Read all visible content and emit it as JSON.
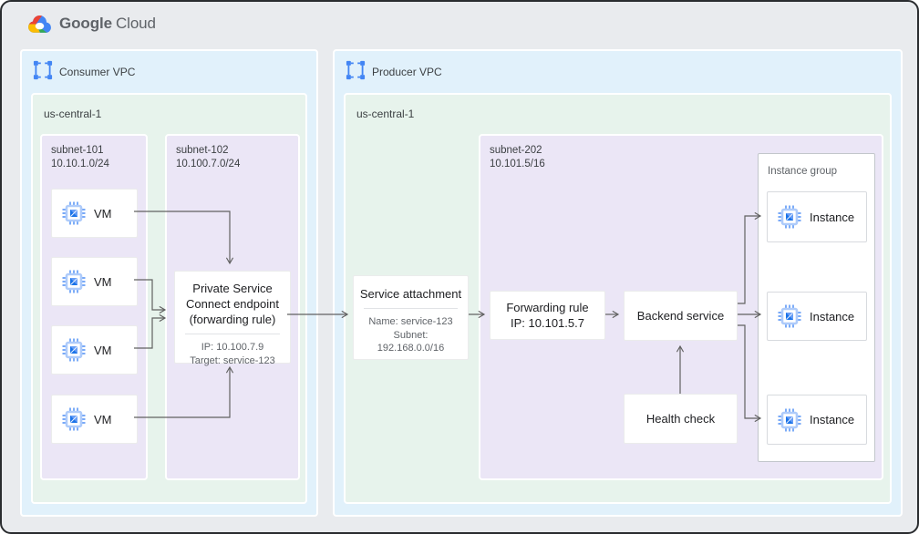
{
  "colors": {
    "page_bg": "#e9ebee",
    "vpc_bg": "#e1f1fb",
    "region_bg": "#e7f3ec",
    "subnet_bg": "#ebe6f6",
    "card_bg": "#ffffff",
    "arrow": "#616161",
    "icon_blue": "#4285f4",
    "icon_blue_light": "#aecbfa",
    "text_primary": "#202124",
    "text_secondary": "#5f6368",
    "logo_red": "#ea4335",
    "logo_yellow": "#fbbc04",
    "logo_green": "#34a853"
  },
  "brand": {
    "logo_icon": "google-cloud-logo",
    "word_google": "Google",
    "word_cloud": "Cloud"
  },
  "consumer_vpc": {
    "label": "Consumer VPC",
    "region": {
      "label": "us-central-1"
    },
    "subnet_101": {
      "label": "subnet-101\n10.10.1.0/24"
    },
    "subnet_102": {
      "label": "subnet-102\n10.100.7.0/24"
    },
    "vm_label": "VM",
    "psc_endpoint": {
      "title": "Private Service\nConnect endpoint\n(forwarding rule)",
      "details": "IP: 10.100.7.9\nTarget: service-123"
    }
  },
  "producer_vpc": {
    "label": "Producer VPC",
    "region": {
      "label": "us-central-1"
    },
    "service_attachment": {
      "title": "Service attachment",
      "details": "Name: service-123\nSubnet:\n192.168.0.0/16"
    },
    "subnet_202": {
      "label": "subnet-202\n10.101.5/16"
    },
    "forwarding_rule": {
      "label": "Forwarding rule\nIP: 10.101.5.7"
    },
    "backend_service": {
      "label": "Backend service"
    },
    "health_check": {
      "label": "Health check"
    },
    "instance_group": {
      "label": "Instance group",
      "instance_label": "Instance"
    }
  }
}
